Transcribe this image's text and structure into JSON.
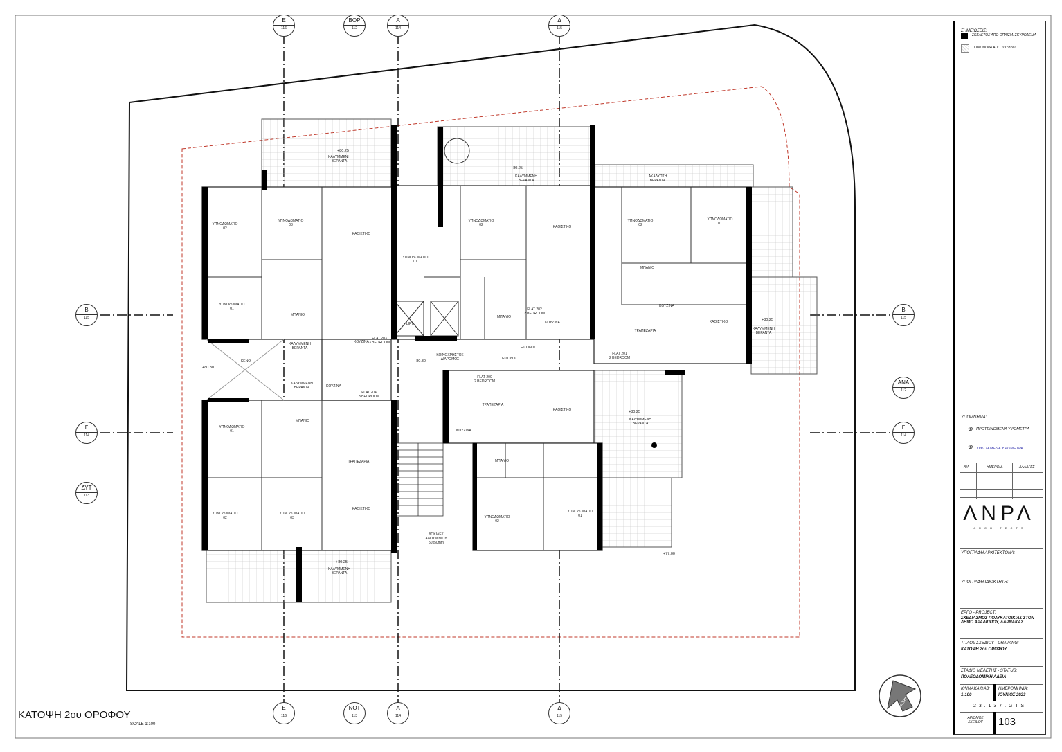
{
  "drawing_title": "ΚΑΤΟΨΗ 2ου ΟΡΟΦΟΥ",
  "scale_label": "SCALE   1:100",
  "north_label": "NORTH",
  "markers": {
    "top": [
      {
        "t": "Ε",
        "b": "116"
      },
      {
        "t": "ΒΟΡ",
        "b": "112"
      },
      {
        "t": "Α",
        "b": "114"
      },
      {
        "t": "Δ",
        "b": "115"
      }
    ],
    "bottom": [
      {
        "t": "Ε",
        "b": "116"
      },
      {
        "t": "ΝΟΤ",
        "b": "113"
      },
      {
        "t": "Α",
        "b": "114"
      },
      {
        "t": "Δ",
        "b": "115"
      }
    ],
    "left": [
      {
        "t": "Β",
        "b": "115"
      },
      {
        "t": "Γ",
        "b": "114"
      },
      {
        "t": "ΔΥΤ",
        "b": "113"
      }
    ],
    "right": [
      {
        "t": "Β",
        "b": "115"
      },
      {
        "t": "ΑΝΑ",
        "b": "112"
      },
      {
        "t": "Γ",
        "b": "114"
      }
    ]
  },
  "labels": [
    "ΥΠΝΟΔΩΜΑΤΙΟ\n02",
    "ΥΠΝΟΔΩΜΑΤΙΟ\n03",
    "ΚΑΘΙΣΤΙΚΟ",
    "ΥΠΝΟΔΩΜΑΤΙΟ\n01",
    "ΜΠΑΝΙΟ",
    "ΚΟΥΖΙΝΑ",
    "FLAT 203\n3 BEDROOM",
    "ΚΑΛΥΜΜΕΝΗ\nΒΕΡΑΝΤΑ",
    "ΚΕΝΟ",
    "ΚΑΛΥΜΜΕΝΗ\nΒΕΡΑΝΤΑ",
    "ΚΟΥΖΙΝΑ",
    "FLAT 204\n3 BEDROOM",
    "ΥΠΝΟΔΩΜΑΤΙΟ\n01",
    "ΜΠΑΝΙΟ",
    "ΤΡΑΠΕΖΑΡΙΑ",
    "ΥΠΝΟΔΩΜΑΤΙΟ\n02",
    "ΥΠΝΟΔΩΜΑΤΙΟ\n03",
    "ΚΑΘΙΣΤΙΚΟ",
    "ΥΠΝΟΔΩΜΑΤΙΟ\n01",
    "ΥΠΝΟΔΩΜΑΤΙΟ\n02",
    "ΚΑΘΙΣΤΙΚΟ",
    "ΜΠΑΝΙΟ",
    "FLAT 202\n2 BEDROOM",
    "ΚΟΥΖΙΝΑ",
    "LIFT",
    "ΕΙΣΟΔΟΣ",
    "ΚΟΙΝΟΧΡΗΣΤΟΣ\nΔΙΑΡΟΜΟΣ",
    "ΕΙΣΟΔΟΣ",
    "ΥΠΝΟΔΩΜΑΤΙΟ\n02",
    "ΥΠΝΟΔΩΜΑΤΙΟ\n01",
    "ΜΠΑΝΙΟ",
    "ΚΟΥΖΙΝΑ",
    "ΤΡΑΠΕΖΑΡΙΑ",
    "ΚΑΘΙΣΤΙΚΟ",
    "ΚΑΛΥΜΜΕΝΗ\nΒΕΡΑΝΤΑ",
    "FLAT 201\n2 BEDROOM",
    "ΑΚΑΛΥΠΤΗ\nΒΕΡΑΝΤΑ",
    "FLAT 200\n2 BEDROOM",
    "ΤΡΑΠΕΖΑΡΙΑ",
    "ΚΑΘΙΣΤΙΚΟ",
    "ΚΟΥΖΙΝΑ",
    "ΜΠΑΝΙΟ",
    "ΥΠΝΟΔΩΜΑΤΙΟ\n02",
    "ΥΠΝΟΔΩΜΑΤΙΟ\n01",
    "ΚΑΛΥΜΜΕΝΗ\nΒΕΡΑΝΤΑ",
    "ΔΟΚΙΔΕΣ\nΑΛΟΥΜΙΝΙΟΥ\n50x50mm",
    "ΚΑΛΥΜΜΕΝΗ\nΒΕΡΑΝΤΑ",
    "ΚΑΛΥΜΜΕΝΗ\nΒΕΡΑΝΤΑ",
    "ΚΑΛΥΜΜΕΝΗ\nΒΕΡΑΝΤΑ"
  ],
  "levels": [
    "+80.25",
    "+80.25",
    "+80.25",
    "+80.25",
    "+80.25",
    "+80.30",
    "+80.30",
    "+77.00"
  ],
  "title_block": {
    "notes_heading": "ΣΗΜΕΙΩΣΕΙΣ:",
    "legend_concrete": "ΣΚΕΛΕΤΟΣ ΑΠΟ ΟΠΛΙΣΜ. ΣΚΥΡΟΔΕΜΑ",
    "legend_brick": "ΤΟΙΧΟΠΟΙΙΑ ΑΠΟ ΤΟΥΒΛΟ",
    "key_heading": "ΥΠΟΜΝΗΜΑ:",
    "proposed_levels": "ΠΡΟΤΕΙΝΟΜΕΝΑ ΥΨΟΜΕΤΡΑ",
    "existing_levels": "ΥΦΙΣΤΑΜΕΝΑ ΥΨΟΜΕΤΡΑ",
    "rev_cols": [
      "Α/Α",
      "ΗΜΕΡΟΜ.",
      "ΑΛΛΑΓΕΣ"
    ],
    "logo": "ΛΝΡΛ",
    "logo_sub": "A R C H I T E C T S",
    "architect_sig": "ΥΠΟΓΡΑΦΗ ΑΡΧΙΤΕΚΤΟΝΑ:",
    "owner_sig": "ΥΠΟΓΡΑΦΗ ΙΔΙΟΚΤΗΤΗ:",
    "project_label": "ΕΡΓΟ - PROJECT:",
    "project_value": "ΣΧΕΔΙΑΣΜΟΣ ΠΟΛΥΚΑΤΟΙΚΙΑΣ ΣΤΟΝ ΔΗΜΟ ΑΡΑΔΙΠΠΟΥ,  ΛΑΡΝΑΚΑΣ",
    "drawing_label": "ΤΙΤΛΟΣ ΣΧΕΔΙΟΥ - DRAWING:",
    "drawing_value": "ΚΑΤΟΨΗ 2ου ΟΡΟΦΟΥ",
    "status_label": "ΣΤΑΔΙΟ ΜΕΛΕΤΗΣ - STATUS:",
    "status_value": "ΠΟΛΕΟΔΟΜΙΚΗ ΑΔΕΙΑ",
    "scale_label": "ΚΛΙΜΑΚΑ@Α3:",
    "scale_value": "1:100",
    "date_label": "ΗΜΕΡΟΜΗΝΙΑ:",
    "date_value": "ΙΟΥΝΙΟΣ 2023",
    "job_no": "2 3 . 1 3 7 . G T S",
    "sheet_label": "ΑΡΙΘΜΟΣ ΣΧΕΔΙΟΥ",
    "sheet_no": "103"
  },
  "colors": {
    "boundary_dashed": "#c0392b",
    "existing_levels": "#3b3bb0"
  }
}
